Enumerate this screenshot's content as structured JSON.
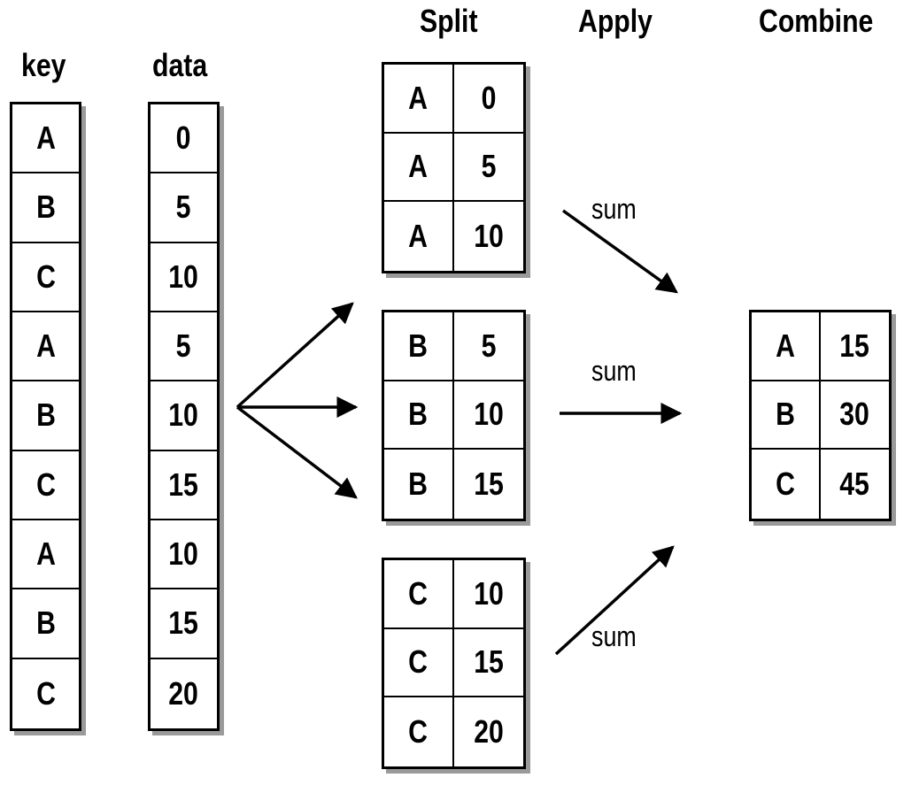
{
  "headers": {
    "key": "key",
    "data": "data",
    "split": "Split",
    "apply": "Apply",
    "combine": "Combine"
  },
  "key_column": [
    "A",
    "B",
    "C",
    "A",
    "B",
    "C",
    "A",
    "B",
    "C"
  ],
  "data_column": [
    "0",
    "5",
    "10",
    "5",
    "10",
    "15",
    "10",
    "15",
    "20"
  ],
  "split_groups": [
    {
      "rows": [
        [
          "A",
          "0"
        ],
        [
          "A",
          "5"
        ],
        [
          "A",
          "10"
        ]
      ]
    },
    {
      "rows": [
        [
          "B",
          "5"
        ],
        [
          "B",
          "10"
        ],
        [
          "B",
          "15"
        ]
      ]
    },
    {
      "rows": [
        [
          "C",
          "10"
        ],
        [
          "C",
          "15"
        ],
        [
          "C",
          "20"
        ]
      ]
    }
  ],
  "apply_labels": [
    "sum",
    "sum",
    "sum"
  ],
  "combined": [
    [
      "A",
      "15"
    ],
    [
      "B",
      "30"
    ],
    [
      "C",
      "45"
    ]
  ]
}
